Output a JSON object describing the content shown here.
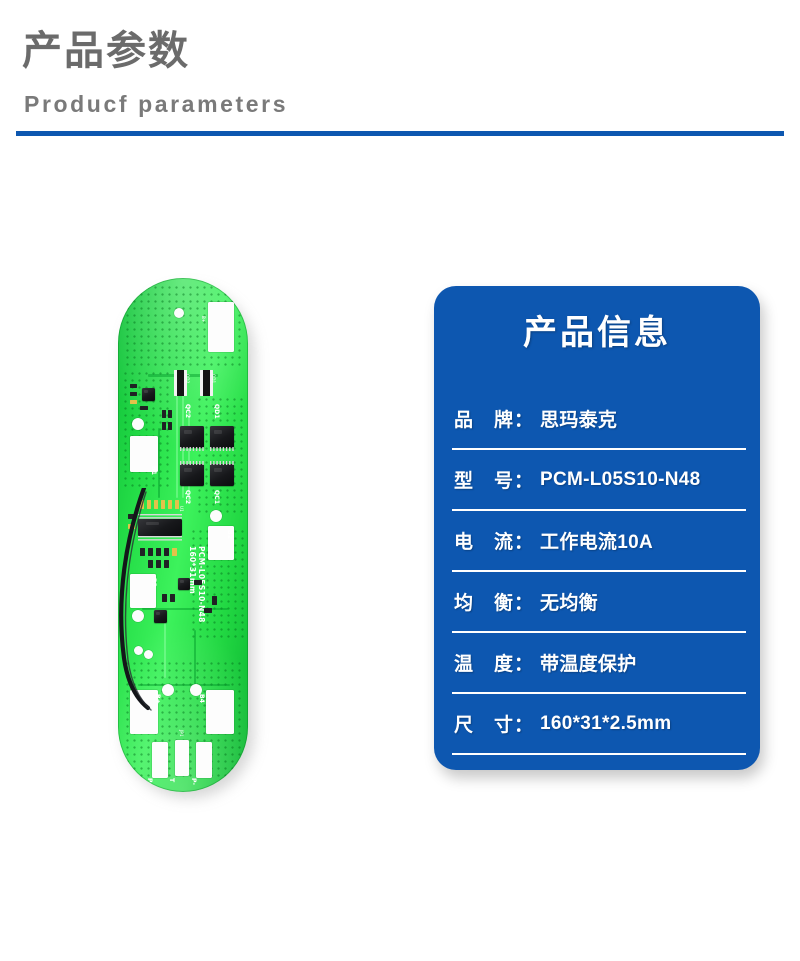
{
  "header": {
    "title_cn": "产品参数",
    "title_en": "Producf parameters",
    "rule_color": "#0d57b0"
  },
  "product_image": {
    "alt": "PCM-L05S10-N48 battery protection circuit board",
    "board_color": "#21d742",
    "silkscreen": {
      "model": "PCM-L05S10-N48",
      "size": "160*31mm",
      "pads": [
        "B+",
        "B1",
        "B2",
        "B3",
        "B4",
        "P+",
        "T",
        "P-"
      ],
      "components": [
        "QC1",
        "QC2",
        "QD1",
        "QD2"
      ]
    }
  },
  "info_card": {
    "title": "产品信息",
    "background": "#0d57b0",
    "text_color": "#ffffff",
    "rows": [
      {
        "label": "品　牌：",
        "value": "思玛泰克"
      },
      {
        "label": "型　号：",
        "value": "PCM-L05S10-N48"
      },
      {
        "label": "电　流：",
        "value": "工作电流10A"
      },
      {
        "label": "均　衡：",
        "value": "无均衡"
      },
      {
        "label": "温　度：",
        "value": "带温度保护"
      },
      {
        "label": "尺　寸：",
        "value": "160*31*2.5mm"
      }
    ]
  }
}
